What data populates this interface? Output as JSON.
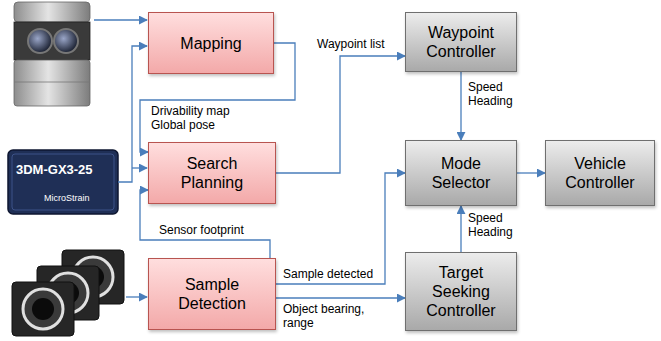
{
  "diagram": {
    "nodes": [
      {
        "text": [
          "Mapping"
        ]
      },
      {
        "text": [
          "Search Planning"
        ]
      },
      {
        "text": [
          "Sample Detection"
        ]
      },
      {
        "text": [
          "Waypoint Controller"
        ]
      },
      {
        "text": [
          "Mode Selector"
        ]
      },
      {
        "text": [
          "Vehicle Controller"
        ]
      },
      {
        "text": [
          "Target Seeking Controller"
        ]
      }
    ],
    "edges": [
      {
        "from": 0,
        "to": 1,
        "label": "Drivability map Global pose",
        "arrow": "to"
      },
      {
        "from": 1,
        "to": 3,
        "label": "Waypoint list",
        "arrow": "to"
      },
      {
        "from": 2,
        "to": 1,
        "label": "Sensor footprint",
        "arrow": "to"
      },
      {
        "from": 2,
        "to": 4,
        "label": "Sample detected",
        "arrow": "to"
      },
      {
        "from": 2,
        "to": 6,
        "label": "Object bearing, range",
        "arrow": "to"
      },
      {
        "from": 3,
        "to": 4,
        "label": "Speed Heading",
        "arrow": "to"
      },
      {
        "from": 6,
        "to": 4,
        "label": "Speed Heading",
        "arrow": "to"
      },
      {
        "from": 4,
        "to": 5,
        "arrow": "to"
      }
    ],
    "labels": [
      "3DM-GX3-25",
      "MicroStrain"
    ]
  }
}
